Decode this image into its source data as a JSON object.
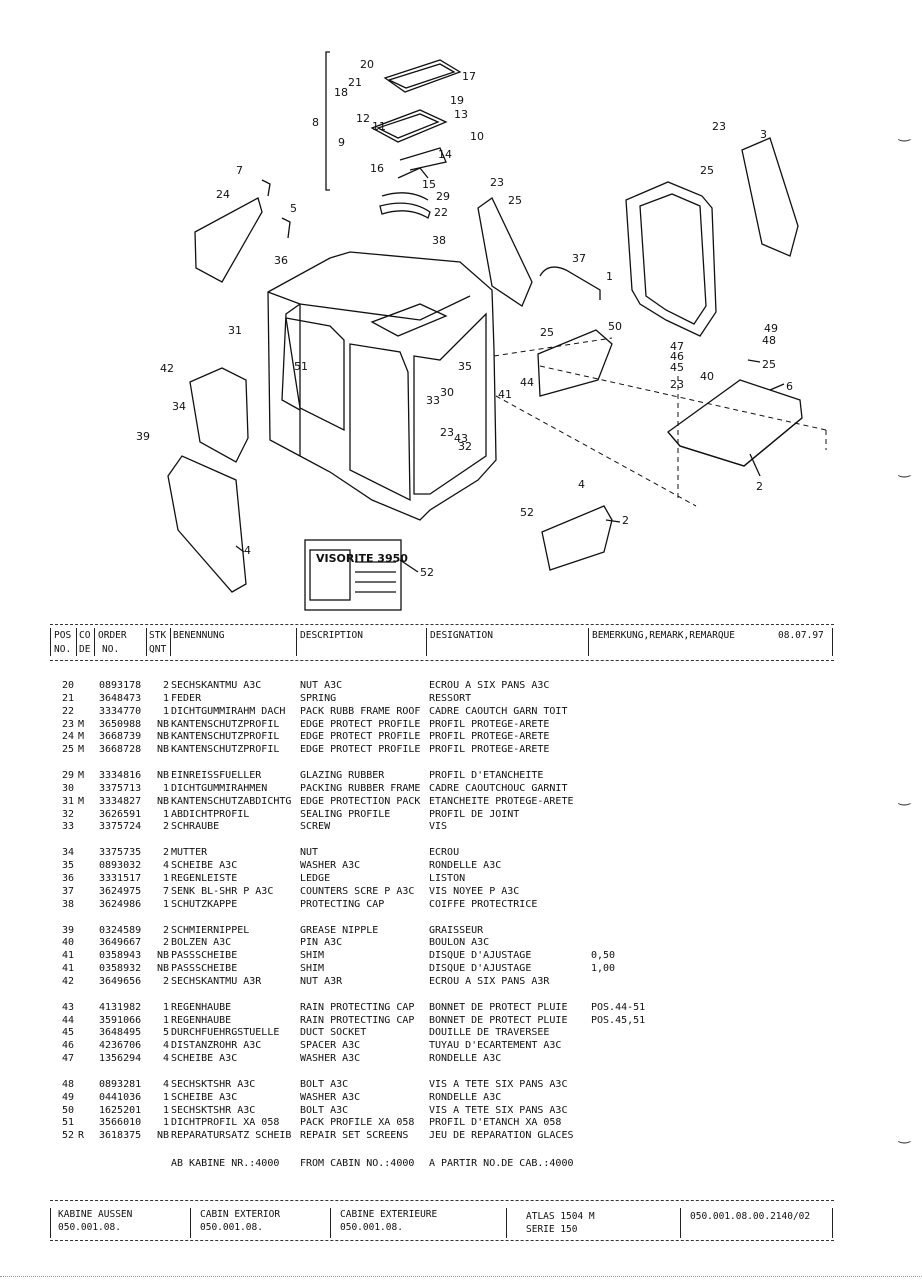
{
  "diagram": {
    "callouts": [
      "20",
      "17",
      "21",
      "18",
      "19",
      "12",
      "13",
      "11",
      "8",
      "9",
      "10",
      "14",
      "16",
      "15",
      "29",
      "22",
      "23",
      "3",
      "25",
      "7",
      "24",
      "5",
      "23",
      "25",
      "38",
      "36",
      "37",
      "1",
      "50",
      "49",
      "48",
      "47",
      "46",
      "45",
      "25",
      "23",
      "31",
      "25",
      "42",
      "35",
      "51",
      "44",
      "41",
      "40",
      "6",
      "30",
      "33",
      "34",
      "23",
      "43",
      "32",
      "39",
      "2",
      "4",
      "52"
    ],
    "label_visorite": "VISORITE 3950"
  },
  "header": {
    "pos_no": "POS NO.",
    "pos": "POS",
    "no": "NO.",
    "co": "CO",
    "de": "DE",
    "order": "ORDER",
    "order_no": "NO.",
    "stk": "STK",
    "qnt": "QNT",
    "benennung": "BENENNUNG",
    "description": "DESCRIPTION",
    "designation": "DESIGNATION",
    "bemerkung": "BEMERKUNG,REMARK,REMARQUE",
    "date": "08.07.97"
  },
  "groups": [
    [
      {
        "pos": "20",
        "code": "",
        "order": "0893178",
        "qty": "2",
        "ben": "SECHSKANTMU A3C",
        "desc": "NUT A3C",
        "des": "ECROU A SIX PANS A3C",
        "rem": ""
      },
      {
        "pos": "21",
        "code": "",
        "order": "3648473",
        "qty": "1",
        "ben": "FEDER",
        "desc": "SPRING",
        "des": "RESSORT",
        "rem": ""
      },
      {
        "pos": "22",
        "code": "",
        "order": "3334770",
        "qty": "1",
        "ben": "DICHTGUMMIRAHM DACH",
        "desc": "PACK RUBB FRAME ROOF",
        "des": "CADRE CAOUTCH GARN TOIT",
        "rem": ""
      },
      {
        "pos": "23",
        "code": "M",
        "order": "3650988",
        "qty": "NB",
        "ben": "KANTENSCHUTZPROFIL",
        "desc": "EDGE PROTECT PROFILE",
        "des": "PROFIL PROTEGE-ARETE",
        "rem": ""
      },
      {
        "pos": "24",
        "code": "M",
        "order": "3668739",
        "qty": "NB",
        "ben": "KANTENSCHUTZPROFIL",
        "desc": "EDGE PROTECT PROFILE",
        "des": "PROFIL PROTEGE-ARETE",
        "rem": ""
      },
      {
        "pos": "25",
        "code": "M",
        "order": "3668728",
        "qty": "NB",
        "ben": "KANTENSCHUTZPROFIL",
        "desc": "EDGE PROTECT PROFILE",
        "des": "PROFIL PROTEGE-ARETE",
        "rem": ""
      }
    ],
    [
      {
        "pos": "29",
        "code": "M",
        "order": "3334816",
        "qty": "NB",
        "ben": "EINREISSFUELLER",
        "desc": "GLAZING RUBBER",
        "des": "PROFIL D'ETANCHEITE",
        "rem": ""
      },
      {
        "pos": "30",
        "code": "",
        "order": "3375713",
        "qty": "1",
        "ben": "DICHTGUMMIRAHMEN",
        "desc": "PACKING RUBBER FRAME",
        "des": "CADRE CAOUTCHOUC GARNIT",
        "rem": ""
      },
      {
        "pos": "31",
        "code": "M",
        "order": "3334827",
        "qty": "NB",
        "ben": "KANTENSCHUTZABDICHTG",
        "desc": "EDGE PROTECTION PACK",
        "des": "ETANCHEITE PROTEGE-ARETE",
        "rem": ""
      },
      {
        "pos": "32",
        "code": "",
        "order": "3626591",
        "qty": "1",
        "ben": "ABDICHTPROFIL",
        "desc": "SEALING PROFILE",
        "des": "PROFIL DE JOINT",
        "rem": ""
      },
      {
        "pos": "33",
        "code": "",
        "order": "3375724",
        "qty": "2",
        "ben": "SCHRAUBE",
        "desc": "SCREW",
        "des": "VIS",
        "rem": ""
      }
    ],
    [
      {
        "pos": "34",
        "code": "",
        "order": "3375735",
        "qty": "2",
        "ben": "MUTTER",
        "desc": "NUT",
        "des": "ECROU",
        "rem": ""
      },
      {
        "pos": "35",
        "code": "",
        "order": "0893032",
        "qty": "4",
        "ben": "SCHEIBE A3C",
        "desc": "WASHER A3C",
        "des": "RONDELLE A3C",
        "rem": ""
      },
      {
        "pos": "36",
        "code": "",
        "order": "3331517",
        "qty": "1",
        "ben": "REGENLEISTE",
        "desc": "LEDGE",
        "des": "LISTON",
        "rem": ""
      },
      {
        "pos": "37",
        "code": "",
        "order": "3624975",
        "qty": "7",
        "ben": "SENK BL-SHR P  A3C",
        "desc": "COUNTERS SCRE P  A3C",
        "des": "VIS NOYEE P  A3C",
        "rem": ""
      },
      {
        "pos": "38",
        "code": "",
        "order": "3624986",
        "qty": "1",
        "ben": "SCHUTZKAPPE",
        "desc": "PROTECTING CAP",
        "des": "COIFFE PROTECTRICE",
        "rem": ""
      }
    ],
    [
      {
        "pos": "39",
        "code": "",
        "order": "0324589",
        "qty": "2",
        "ben": "SCHMIERNIPPEL",
        "desc": "GREASE NIPPLE",
        "des": "GRAISSEUR",
        "rem": ""
      },
      {
        "pos": "40",
        "code": "",
        "order": "3649667",
        "qty": "2",
        "ben": "BOLZEN A3C",
        "desc": "PIN A3C",
        "des": "BOULON A3C",
        "rem": ""
      },
      {
        "pos": "41",
        "code": "",
        "order": "0358943",
        "qty": "NB",
        "ben": "PASSSCHEIBE",
        "desc": "SHIM",
        "des": "DISQUE D'AJUSTAGE",
        "rem": "0,50"
      },
      {
        "pos": "41",
        "code": "",
        "order": "0358932",
        "qty": "NB",
        "ben": "PASSSCHEIBE",
        "desc": "SHIM",
        "des": "DISQUE D'AJUSTAGE",
        "rem": "1,00"
      },
      {
        "pos": "42",
        "code": "",
        "order": "3649656",
        "qty": "2",
        "ben": "SECHSKANTMU A3R",
        "desc": "NUT A3R",
        "des": "ECROU A SIX PANS A3R",
        "rem": ""
      }
    ],
    [
      {
        "pos": "43",
        "code": "",
        "order": "4131982",
        "qty": "1",
        "ben": "REGENHAUBE",
        "desc": "RAIN PROTECTING CAP",
        "des": "BONNET DE PROTECT PLUIE",
        "rem": "POS.44-51"
      },
      {
        "pos": "44",
        "code": "",
        "order": "3591066",
        "qty": "1",
        "ben": "REGENHAUBE",
        "desc": "RAIN PROTECTING CAP",
        "des": "BONNET DE PROTECT PLUIE",
        "rem": "POS.45,51"
      },
      {
        "pos": "45",
        "code": "",
        "order": "3648495",
        "qty": "5",
        "ben": "DURCHFUEHRGSTUELLE",
        "desc": "DUCT SOCKET",
        "des": "DOUILLE DE TRAVERSEE",
        "rem": ""
      },
      {
        "pos": "46",
        "code": "",
        "order": "4236706",
        "qty": "4",
        "ben": "DISTANZROHR A3C",
        "desc": "SPACER A3C",
        "des": "TUYAU D'ECARTEMENT A3C",
        "rem": ""
      },
      {
        "pos": "47",
        "code": "",
        "order": "1356294",
        "qty": "4",
        "ben": "SCHEIBE A3C",
        "desc": "WASHER A3C",
        "des": "RONDELLE A3C",
        "rem": ""
      }
    ],
    [
      {
        "pos": "48",
        "code": "",
        "order": "0893281",
        "qty": "4",
        "ben": "SECHSKTSHR A3C",
        "desc": "BOLT A3C",
        "des": "VIS A TETE SIX PANS A3C",
        "rem": ""
      },
      {
        "pos": "49",
        "code": "",
        "order": "0441036",
        "qty": "1",
        "ben": "SCHEIBE A3C",
        "desc": "WASHER A3C",
        "des": "RONDELLE A3C",
        "rem": ""
      },
      {
        "pos": "50",
        "code": "",
        "order": "1625201",
        "qty": "1",
        "ben": "SECHSKTSHR A3C",
        "desc": "BOLT A3C",
        "des": "VIS A TETE SIX PANS A3C",
        "rem": ""
      },
      {
        "pos": "51",
        "code": "",
        "order": "3566010",
        "qty": "1",
        "ben": "DICHTPROFIL XA 058",
        "desc": "PACK PROFILE XA 058",
        "des": "PROFIL D'ETANCH XA 058",
        "rem": ""
      },
      {
        "pos": "52",
        "code": "R",
        "order": "3618375",
        "qty": "NB",
        "ben": "REPARATURSATZ SCHEIB",
        "desc": "REPAIR SET SCREENS",
        "des": "JEU DE REPARATION GLACES",
        "rem": ""
      }
    ]
  ],
  "cabin_note": {
    "de": "AB KABINE NR.:4000",
    "en": "FROM CABIN NO.:4000",
    "fr": "A PARTIR NO.DE CAB.:4000"
  },
  "footer": {
    "de_title": "KABINE AUSSEN",
    "de_code": "050.001.08.",
    "en_title": "CABIN EXTERIOR",
    "en_code": "050.001.08.",
    "fr_title": "CABINE EXTERIEURE",
    "fr_code": "050.001.08.",
    "model": "ATLAS 1504 M",
    "series": "SERIE 150",
    "page_ref": "050.001.08.00.2140/02"
  }
}
